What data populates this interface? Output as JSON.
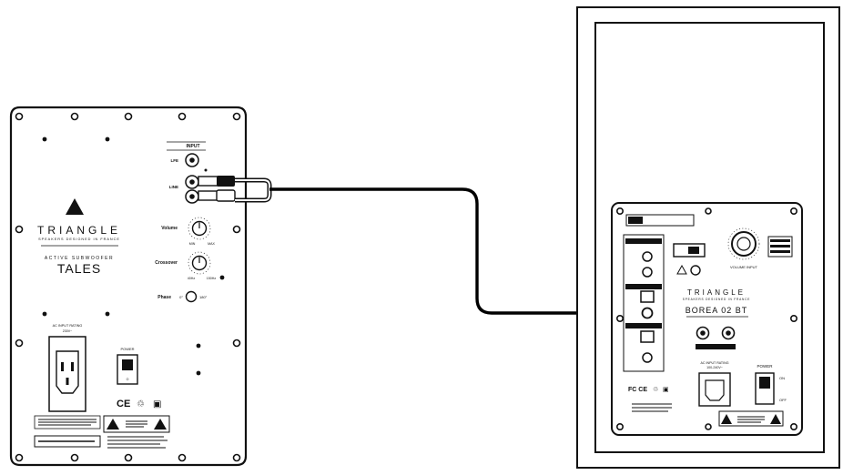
{
  "subwoofer": {
    "brand": "TRIANGLE",
    "tagline": "SPEAKERS DESIGNED IN FRANCE",
    "series": "ACTIVE SUBWOOFER",
    "model": "TALES",
    "section_header": "INPUT",
    "input_labels": [
      "LFE",
      "LINE"
    ],
    "level_label": "Volume",
    "crossover_label": "Crossover",
    "crossover_ticks": [
      "40Hz",
      "150Hz"
    ],
    "phase_label": "Phase",
    "phase_values": [
      "0°",
      "180°"
    ],
    "power_rating_label": "AC INPUT RATING",
    "power_label": "POWER",
    "compliance_marks": [
      "CE",
      "♲",
      "▣"
    ]
  },
  "speaker": {
    "brand": "TRIANGLE",
    "tagline": "SPEAKERS DESIGNED IN FRANCE",
    "model": "BOREA 02 BT",
    "volume_label": "VOLUME INPUT",
    "power_label": "POWER",
    "on_label": "ON",
    "off_label": "OFF",
    "compliance_marks": [
      "FC CE",
      "♲",
      "▣"
    ]
  },
  "colors": {
    "line": "#111111",
    "background": "#ffffff",
    "cable": "#000000"
  }
}
